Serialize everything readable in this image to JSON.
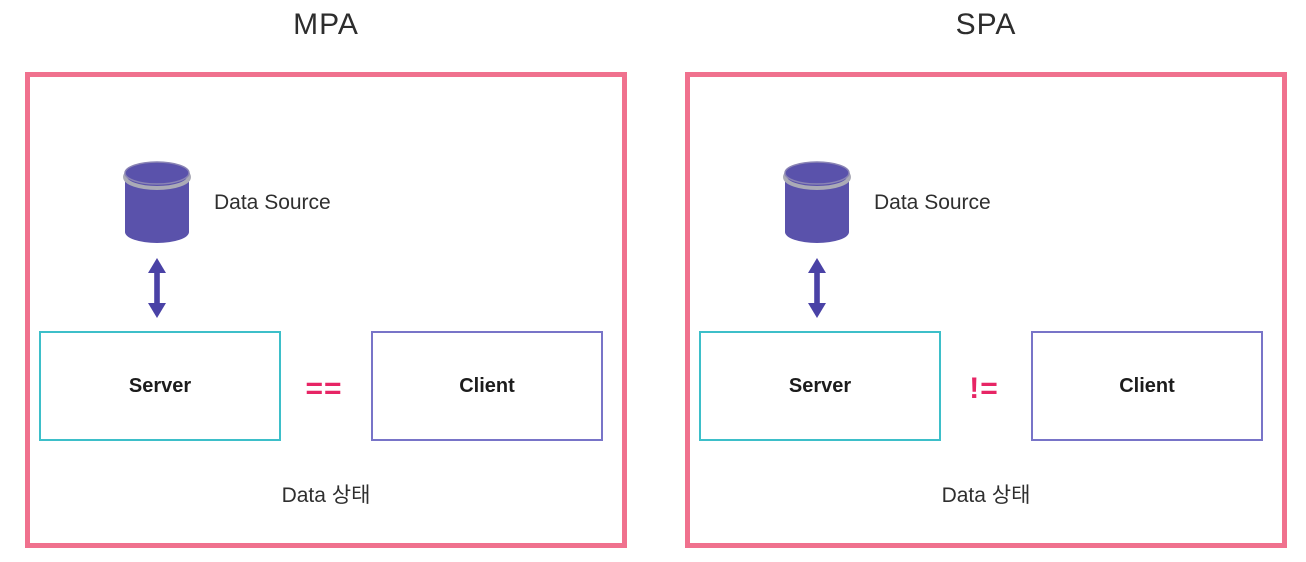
{
  "panels": [
    {
      "title": "MPA",
      "data_source_label": "Data Source",
      "server_label": "Server",
      "client_label": "Client",
      "operator": "==",
      "status_label": "Data 상태"
    },
    {
      "title": "SPA",
      "data_source_label": "Data Source",
      "server_label": "Server",
      "client_label": "Client",
      "operator": "!=",
      "status_label": "Data 상태"
    }
  ],
  "icons": {
    "database": "database-icon",
    "arrow": "bidirectional-arrow-icon"
  },
  "colors": {
    "panel-border": "#f0718e",
    "server-border": "#3dbfc9",
    "client-border": "#7874c8",
    "cylinder-fill": "#5a52ab",
    "cylinder-rim": "#aaaab6",
    "arrow-color": "#4a42a6",
    "operator-color": "#e72565",
    "title-color": "#2d2d2d",
    "bg": "#ffffff"
  }
}
